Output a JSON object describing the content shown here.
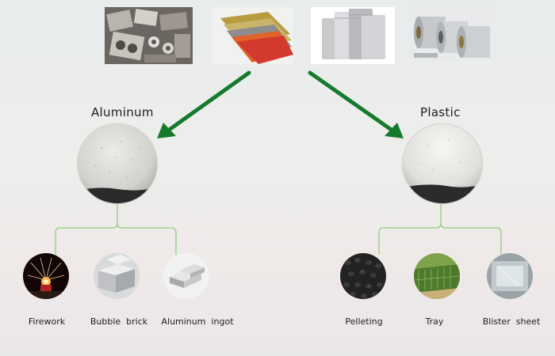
{
  "diagram": {
    "sources": [
      {
        "name": "aluminum-scrap-photo"
      },
      {
        "name": "composite-panels-photo"
      },
      {
        "name": "foil-pouches-photo"
      },
      {
        "name": "foil-rolls-photo"
      }
    ],
    "branches": {
      "aluminum": {
        "title": "Aluminum",
        "products": [
          {
            "label": "Firework"
          },
          {
            "label": "Bubble  brick"
          },
          {
            "label": "Aluminum  ingot"
          }
        ]
      },
      "plastic": {
        "title": "Plastic",
        "products": [
          {
            "label": "Pelleting"
          },
          {
            "label": "Tray"
          },
          {
            "label": "Blister  sheet"
          }
        ]
      }
    },
    "colors": {
      "arrow": "#167a2c",
      "connector": "#8fd07a",
      "powder_aluminum": "#d9d9d6",
      "powder_plastic": "#e8e8e6"
    }
  }
}
